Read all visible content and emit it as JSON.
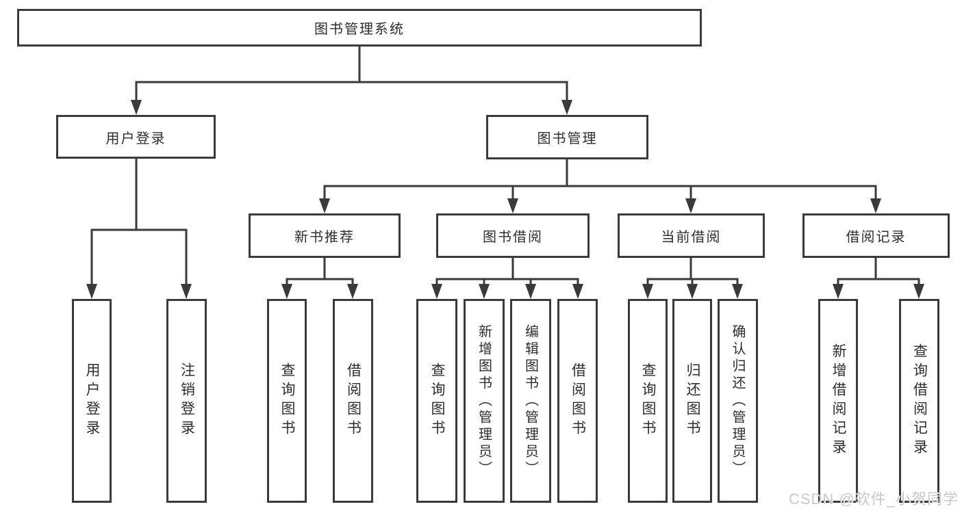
{
  "diagram": {
    "title": "图书管理系统",
    "branches": [
      {
        "label": "用户登录",
        "children": [
          "用户登录",
          "注销登录"
        ]
      },
      {
        "label": "图书管理",
        "sections": [
          {
            "label": "新书推荐",
            "children": [
              "查询图书",
              "借阅图书"
            ]
          },
          {
            "label": "图书借阅",
            "children": [
              "查询图书",
              "新增图书（管理员）",
              "编辑图书（管理员）",
              "借阅图书"
            ]
          },
          {
            "label": "当前借阅",
            "children": [
              "查询图书",
              "归还图书",
              "确认归还（管理员）"
            ]
          },
          {
            "label": "借阅记录",
            "children": [
              "新增借阅记录",
              "查询借阅记录"
            ]
          }
        ]
      }
    ],
    "watermark": "CSDN @软件_小贺同学",
    "colors": {
      "line": "#3a3a3a",
      "box_fill": "#ffffff",
      "text": "#2e2e2e",
      "background": "#ffffff",
      "watermark": "#c9c9c9"
    }
  }
}
